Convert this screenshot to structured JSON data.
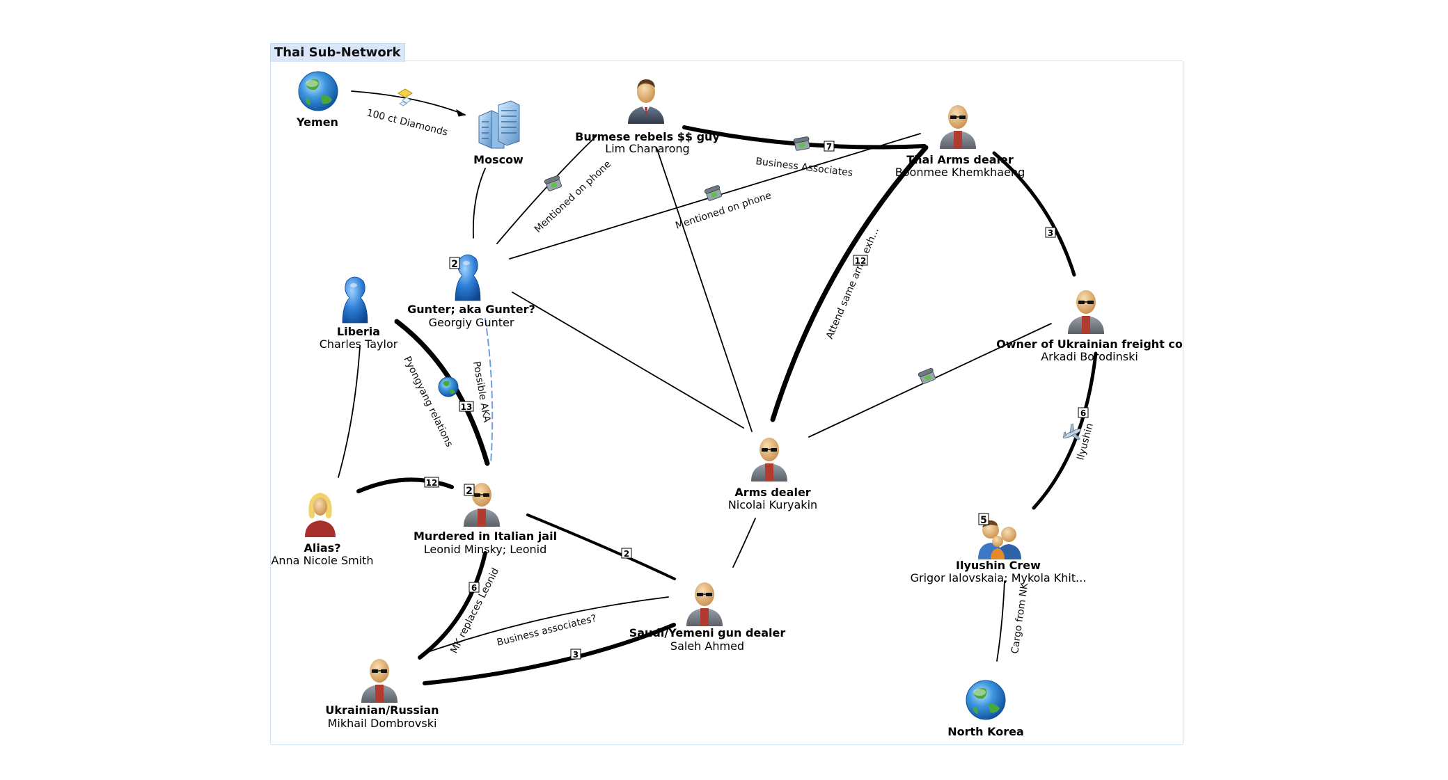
{
  "panel": {
    "title": "Thai Sub-Network"
  },
  "nodes": {
    "yemen": {
      "title": "Yemen",
      "subtitle": "",
      "icon": "globe-icon"
    },
    "moscow": {
      "title": "Moscow",
      "subtitle": "",
      "icon": "buildings-icon"
    },
    "burmese": {
      "title": "Burmese rebels $$ guy",
      "subtitle": "Lim Chanarong",
      "icon": "businessman-icon"
    },
    "thai": {
      "title": "Thai Arms dealer",
      "subtitle": "Boonmee Khemkhaeng",
      "icon": "bald-man-sunglasses-icon"
    },
    "gunter": {
      "title": "Gunter; aka Gunter?",
      "subtitle": "Georgiy Gunter",
      "icon": "pawn-person-icon",
      "badge": "2"
    },
    "liberia": {
      "title": "Liberia",
      "subtitle": "Charles Taylor",
      "icon": "pawn-person-icon"
    },
    "owner": {
      "title": "Owner of Ukrainian freight co",
      "subtitle": "Arkadi Borodinski",
      "icon": "bald-man-sunglasses-icon"
    },
    "arms": {
      "title": "Arms dealer",
      "subtitle": "Nicolai Kuryakin",
      "icon": "bald-man-sunglasses-icon"
    },
    "alias": {
      "title": "Alias?",
      "subtitle": "Anna Nicole Smith",
      "icon": "woman-icon"
    },
    "murdered": {
      "title": "Murdered in Italian jail",
      "subtitle": "Leonid Minsky; Leonid",
      "icon": "bald-man-sunglasses-icon",
      "badge": "2"
    },
    "ilyushin": {
      "title": "Ilyushin Crew",
      "subtitle": "Grigor Ialovskaia; Mykola Khit...",
      "icon": "group-people-icon",
      "badge": "5"
    },
    "saudi": {
      "title": "Saudi/Yemeni gun dealer",
      "subtitle": "Saleh Ahmed",
      "icon": "bald-man-sunglasses-icon"
    },
    "ukrainian": {
      "title": "Ukrainian/Russian",
      "subtitle": "Mikhail Dombrovski",
      "icon": "bald-man-sunglasses-icon"
    },
    "northkorea": {
      "title": "North Korea",
      "subtitle": "",
      "icon": "globe-icon"
    }
  },
  "edges": [
    {
      "id": "yemen-moscow",
      "label": "100 ct Diamonds",
      "count": "",
      "weight": 1,
      "style": "solid",
      "icon": "diamonds-icon"
    },
    {
      "id": "moscow-gunter",
      "label": "",
      "count": "",
      "weight": 1,
      "style": "solid",
      "icon": ""
    },
    {
      "id": "gunter-burmese",
      "label": "Mentioned on phone",
      "count": "",
      "weight": 1,
      "style": "solid",
      "icon": "phone-icon"
    },
    {
      "id": "gunter-thai",
      "label": "Mentioned on phone",
      "count": "",
      "weight": 1,
      "style": "solid",
      "icon": "phone-icon"
    },
    {
      "id": "burmese-thai",
      "label": "Business Associates",
      "count": "7",
      "weight": 3,
      "style": "solid",
      "icon": "phone-icon"
    },
    {
      "id": "burmese-arms",
      "label": "",
      "count": "",
      "weight": 1,
      "style": "solid",
      "icon": ""
    },
    {
      "id": "gunter-arms",
      "label": "",
      "count": "",
      "weight": 1,
      "style": "solid",
      "icon": ""
    },
    {
      "id": "thai-arms",
      "label": "Attend same arms exh...",
      "count": "12",
      "weight": 4,
      "style": "solid",
      "icon": ""
    },
    {
      "id": "thai-owner",
      "label": "",
      "count": "3",
      "weight": 3,
      "style": "solid",
      "icon": ""
    },
    {
      "id": "owner-arms",
      "label": "",
      "count": "",
      "weight": 1,
      "style": "solid",
      "icon": "phone-icon"
    },
    {
      "id": "owner-ilyushin",
      "label": "Ilyushin",
      "count": "6",
      "weight": 3,
      "style": "solid",
      "icon": "airplane-icon"
    },
    {
      "id": "liberia-murdered",
      "label": "Pyongyang relations",
      "count": "13",
      "weight": 4,
      "style": "solid",
      "icon": "globe-icon"
    },
    {
      "id": "gunter-murdered",
      "label": "Possible AKA",
      "count": "",
      "weight": 1,
      "style": "dashed",
      "icon": ""
    },
    {
      "id": "liberia-alias",
      "label": "",
      "count": "",
      "weight": 1,
      "style": "solid",
      "icon": ""
    },
    {
      "id": "alias-murdered",
      "label": "",
      "count": "12",
      "weight": 4,
      "style": "solid",
      "icon": ""
    },
    {
      "id": "murdered-saudi",
      "label": "",
      "count": "2",
      "weight": 3,
      "style": "solid",
      "icon": ""
    },
    {
      "id": "murdered-ukrainian",
      "label": "MK replaces Leonid",
      "count": "6",
      "weight": 4,
      "style": "solid",
      "icon": ""
    },
    {
      "id": "ukrainian-saudi-business",
      "label": "Business associates?",
      "count": "",
      "weight": 1,
      "style": "solid",
      "icon": ""
    },
    {
      "id": "ukrainian-saudi",
      "label": "",
      "count": "3",
      "weight": 4,
      "style": "solid",
      "icon": ""
    },
    {
      "id": "arms-saudi",
      "label": "",
      "count": "",
      "weight": 1,
      "style": "solid",
      "icon": ""
    },
    {
      "id": "ilyushin-northkorea",
      "label": "Cargo from NK",
      "count": "",
      "weight": 1,
      "style": "solid",
      "icon": ""
    }
  ],
  "colors": {
    "panel_border": "#cfe0f1",
    "title_bg": "#d9e7f8",
    "dashed_link": "#6a9fe0",
    "link": "#000000"
  }
}
